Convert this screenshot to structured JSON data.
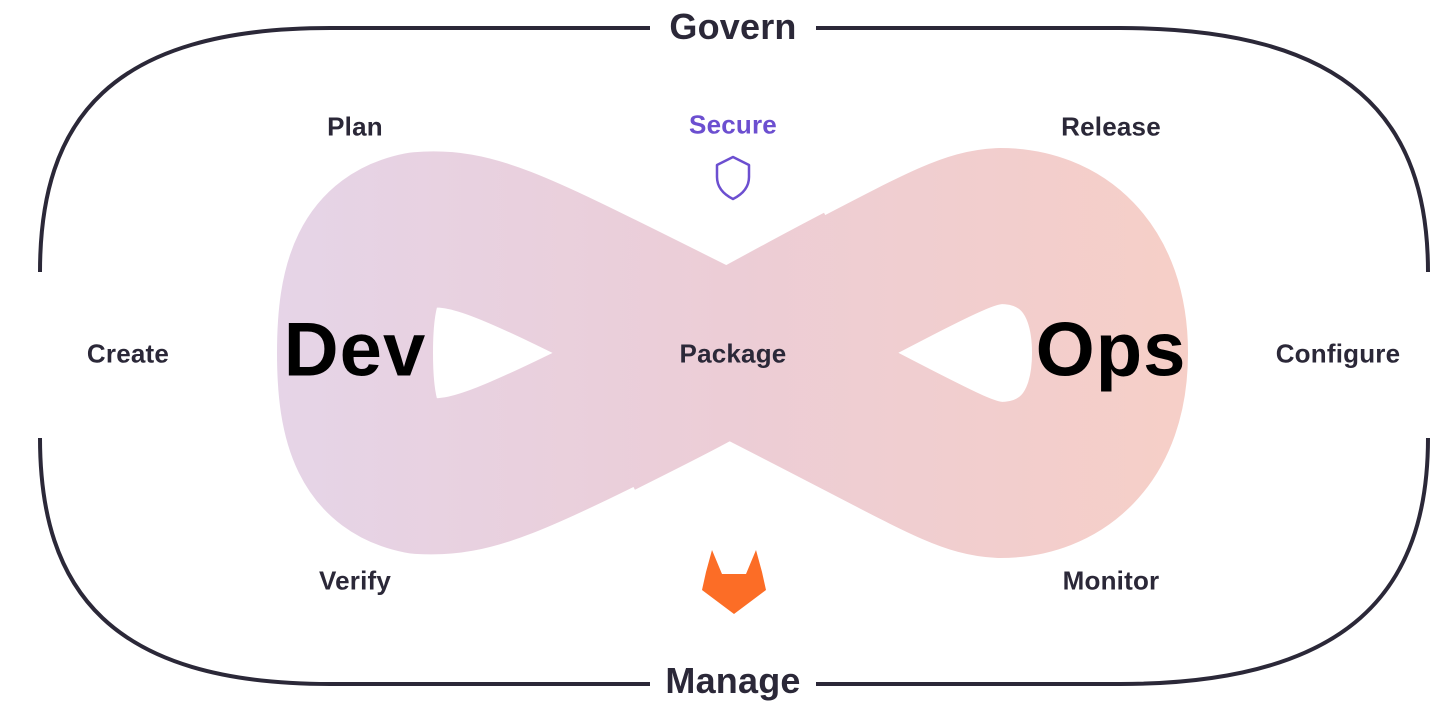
{
  "frame": {
    "top_label": "Govern",
    "bottom_label": "Manage"
  },
  "loops": {
    "left_center": "Dev",
    "right_center": "Ops"
  },
  "stages": {
    "plan": "Plan",
    "create": "Create",
    "verify": "Verify",
    "secure": "Secure",
    "package": "Package",
    "release": "Release",
    "configure": "Configure",
    "monitor": "Monitor"
  },
  "icons": {
    "secure": "shield-icon",
    "brand": "gitlab-fox-icon"
  },
  "colors": {
    "frame": "#2b2838",
    "text": "#2b2838",
    "secure_accent": "#6c4fd0",
    "gradient_left": "#e2d8f0",
    "gradient_middle": "#eccdd6",
    "gradient_right": "#fbd0c0",
    "brand_orange": "#fc6d26"
  }
}
